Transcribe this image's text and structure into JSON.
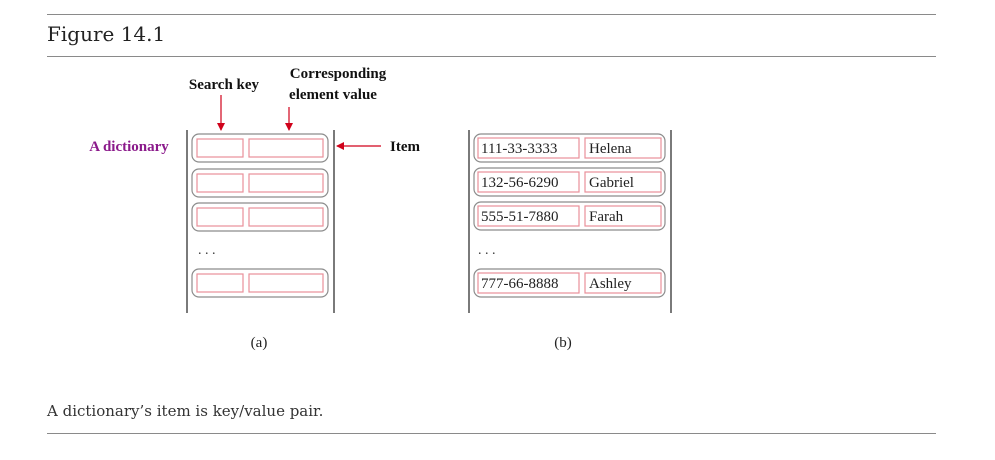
{
  "figure": {
    "title": "Figure 14.1",
    "caption": "A dictionary’s item is key/value pair."
  },
  "diagram_a": {
    "search_key_label": "Search key",
    "value_label_line1": "Corresponding",
    "value_label_line2": "element value",
    "dictionary_label": "A dictionary",
    "item_label": "Item",
    "ellipsis": ". . .",
    "panel_label": "(a)"
  },
  "diagram_b": {
    "entries": [
      {
        "key": "111-33-3333",
        "value": "Helena"
      },
      {
        "key": "132-56-6290",
        "value": "Gabriel"
      },
      {
        "key": "555-51-7880",
        "value": "Farah"
      },
      {
        "key": "777-66-8888",
        "value": "Ashley"
      }
    ],
    "ellipsis": ". . .",
    "panel_label": "(b)"
  },
  "colors": {
    "dictionary_label": "#8b1a8b",
    "arrow": "#d0021b",
    "cell_border": "#e8909a",
    "item_border": "#8c8c8c"
  }
}
